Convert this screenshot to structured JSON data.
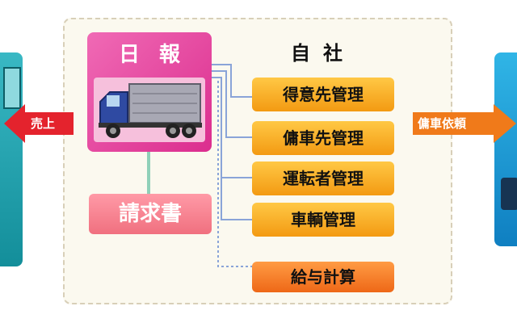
{
  "left_arrow_label": "売上",
  "right_arrow_label": "傭車依頼",
  "nippo_label": "日報",
  "seikyu_label": "請求書",
  "jisha_label": "自社",
  "items": [
    {
      "label": "得意先管理"
    },
    {
      "label": "傭車先管理"
    },
    {
      "label": "運転者管理"
    },
    {
      "label": "車輌管理"
    },
    {
      "label": "給与計算"
    }
  ],
  "colors": {
    "pink": "#db2d8e",
    "orange": "#f39a12",
    "red_arrow": "#e4232d",
    "orange_arrow": "#f07a1a",
    "teal": "#1b98a4",
    "blue": "#1a8dd0"
  }
}
